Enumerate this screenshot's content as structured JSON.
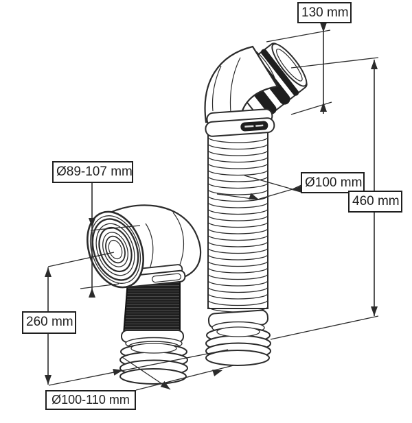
{
  "diagram": {
    "title": "Flexible toilet pan connectors — dimension diagram",
    "labels": {
      "short_connector_spigot_length": "130 mm",
      "socket_diameter": "Ø89-107 mm",
      "pipe_diameter": "Ø100 mm",
      "long_connector_length": "460 mm",
      "short_connector_length": "260 mm",
      "outlet_diameter": "Ø100-110 mm"
    },
    "colors": {
      "line": "#2b2b2b",
      "dark_pipe": "#1e1e1e",
      "background": "#ffffff"
    }
  }
}
